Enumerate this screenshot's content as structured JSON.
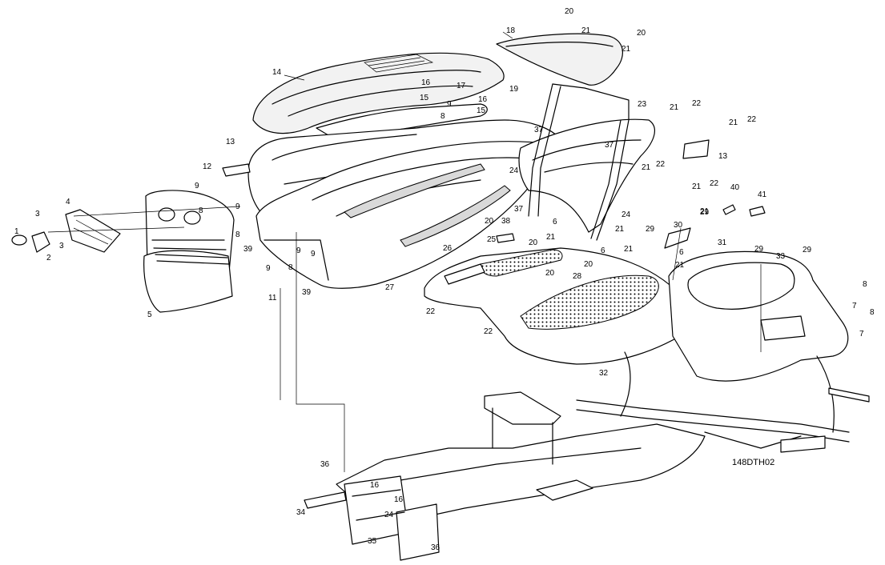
{
  "diagram": {
    "drawing_code": "148DTH02",
    "callouts": [
      {
        "id": "c1",
        "label": "1"
      },
      {
        "id": "c2",
        "label": "2"
      },
      {
        "id": "c3a",
        "label": "3"
      },
      {
        "id": "c3b",
        "label": "3"
      },
      {
        "id": "c4",
        "label": "4"
      },
      {
        "id": "c5",
        "label": "5"
      },
      {
        "id": "c6a",
        "label": "6"
      },
      {
        "id": "c6b",
        "label": "6"
      },
      {
        "id": "c6c",
        "label": "6"
      },
      {
        "id": "c7a",
        "label": "7"
      },
      {
        "id": "c7b",
        "label": "7"
      },
      {
        "id": "c8a",
        "label": "8"
      },
      {
        "id": "c8b",
        "label": "8"
      },
      {
        "id": "c8c",
        "label": "8"
      },
      {
        "id": "c8d",
        "label": "8"
      },
      {
        "id": "c8e",
        "label": "8"
      },
      {
        "id": "c8f",
        "label": "8"
      },
      {
        "id": "c9a",
        "label": "9"
      },
      {
        "id": "c9b",
        "label": "9"
      },
      {
        "id": "c9c",
        "label": "9"
      },
      {
        "id": "c9d",
        "label": "9"
      },
      {
        "id": "c9e",
        "label": "9"
      },
      {
        "id": "c9f",
        "label": "9"
      },
      {
        "id": "c11",
        "label": "11"
      },
      {
        "id": "c12",
        "label": "12"
      },
      {
        "id": "c13a",
        "label": "13"
      },
      {
        "id": "c13b",
        "label": "13"
      },
      {
        "id": "c14",
        "label": "14"
      },
      {
        "id": "c15a",
        "label": "15"
      },
      {
        "id": "c15b",
        "label": "15"
      },
      {
        "id": "c16a",
        "label": "16"
      },
      {
        "id": "c16b",
        "label": "16"
      },
      {
        "id": "c16c",
        "label": "16"
      },
      {
        "id": "c16d",
        "label": "16"
      },
      {
        "id": "c17",
        "label": "17"
      },
      {
        "id": "c18",
        "label": "18"
      },
      {
        "id": "c19",
        "label": "19"
      },
      {
        "id": "c20a",
        "label": "20"
      },
      {
        "id": "c20b",
        "label": "20"
      },
      {
        "id": "c20c",
        "label": "20"
      },
      {
        "id": "c20d",
        "label": "20"
      },
      {
        "id": "c20e",
        "label": "20"
      },
      {
        "id": "c20f",
        "label": "20"
      },
      {
        "id": "c21a",
        "label": "21"
      },
      {
        "id": "c21b",
        "label": "21"
      },
      {
        "id": "c21c",
        "label": "21"
      },
      {
        "id": "c21d",
        "label": "21"
      },
      {
        "id": "c21e",
        "label": "21"
      },
      {
        "id": "c21f",
        "label": "21"
      },
      {
        "id": "c21g",
        "label": "21"
      },
      {
        "id": "c21h",
        "label": "21"
      },
      {
        "id": "c21i",
        "label": "21"
      },
      {
        "id": "c21j",
        "label": "21"
      },
      {
        "id": "c21k",
        "label": "21"
      },
      {
        "id": "c22a",
        "label": "22"
      },
      {
        "id": "c22b",
        "label": "22"
      },
      {
        "id": "c22c",
        "label": "22"
      },
      {
        "id": "c22d",
        "label": "22"
      },
      {
        "id": "c22e",
        "label": "22"
      },
      {
        "id": "c22f",
        "label": "22"
      },
      {
        "id": "c23",
        "label": "23"
      },
      {
        "id": "c24a",
        "label": "24"
      },
      {
        "id": "c24b",
        "label": "24"
      },
      {
        "id": "c24c",
        "label": "24"
      },
      {
        "id": "c25",
        "label": "25"
      },
      {
        "id": "c26",
        "label": "26"
      },
      {
        "id": "c27",
        "label": "27"
      },
      {
        "id": "c28",
        "label": "28"
      },
      {
        "id": "c29a",
        "label": "29"
      },
      {
        "id": "c29b",
        "label": "29"
      },
      {
        "id": "c29c",
        "label": "29"
      },
      {
        "id": "c29d",
        "label": "29"
      },
      {
        "id": "c30",
        "label": "30"
      },
      {
        "id": "c31",
        "label": "31"
      },
      {
        "id": "c32",
        "label": "32"
      },
      {
        "id": "c33",
        "label": "33"
      },
      {
        "id": "c34",
        "label": "34"
      },
      {
        "id": "c35",
        "label": "35"
      },
      {
        "id": "c36a",
        "label": "36"
      },
      {
        "id": "c36b",
        "label": "36"
      },
      {
        "id": "c37a",
        "label": "37"
      },
      {
        "id": "c37b",
        "label": "37"
      },
      {
        "id": "c37c",
        "label": "37"
      },
      {
        "id": "c38",
        "label": "38"
      },
      {
        "id": "c39a",
        "label": "39"
      },
      {
        "id": "c39b",
        "label": "39"
      },
      {
        "id": "c40",
        "label": "40"
      },
      {
        "id": "c41",
        "label": "41"
      }
    ]
  }
}
